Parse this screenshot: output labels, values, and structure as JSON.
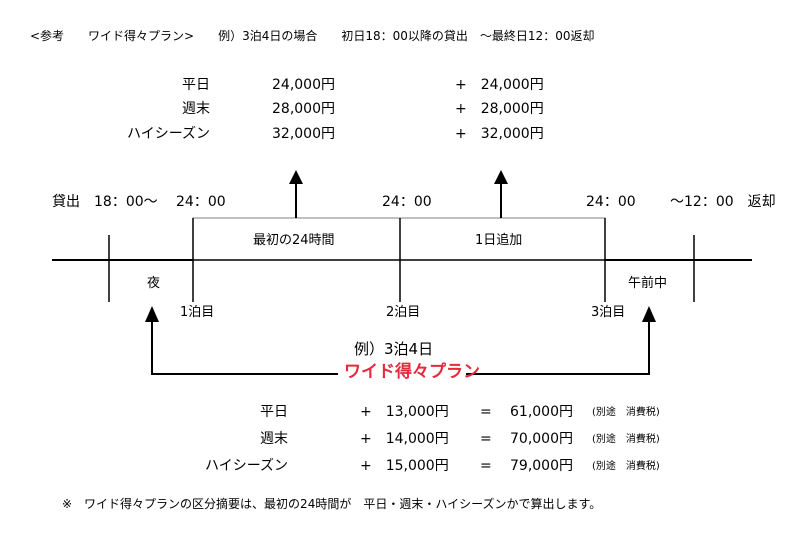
{
  "header": "<参考　　ワイド得々プラン>　　例）3泊4日の場合　　初日18：00以降の貸出　～最終日12：00返却",
  "top_prices": {
    "labels": [
      "平日",
      "週末",
      "ハイシーズン"
    ],
    "first_day": [
      "24,000円",
      "28,000円",
      "32,000円"
    ],
    "added_day": [
      "+　24,000円",
      "+　28,000円",
      "+　32,000円"
    ]
  },
  "timeline": {
    "start": "貸出　18：00～",
    "t1": "24：00",
    "t2": "24：00",
    "t3": "24：00",
    "end": "～12：00　返却",
    "box1": "最初の24時間",
    "box2": "1日追加",
    "night": "夜",
    "morning": "午前中",
    "n1": "1泊目",
    "n2": "2泊目",
    "n3": "3泊目"
  },
  "example": {
    "title": "例）3泊4日",
    "plan": "ワイド得々プラン"
  },
  "totals": {
    "rows": [
      {
        "label": "平日",
        "add": "+　13,000円",
        "eq": "=",
        "total": "61,000円",
        "tax": "(別途　消費税)"
      },
      {
        "label": "週末",
        "add": "+　14,000円",
        "eq": "=",
        "total": "70,000円",
        "tax": "(別途　消費税)"
      },
      {
        "label": "ハイシーズン",
        "add": "+　15,000円",
        "eq": "=",
        "total": "79,000円",
        "tax": "(別途　消費税)"
      }
    ]
  },
  "footnote": "※　ワイド得々プランの区分摘要は、最初の24時間が　平日・週末・ハイシーズンかで算出します。",
  "colors": {
    "accent": "#e8283c",
    "line": "#000000",
    "box": "#808080"
  }
}
